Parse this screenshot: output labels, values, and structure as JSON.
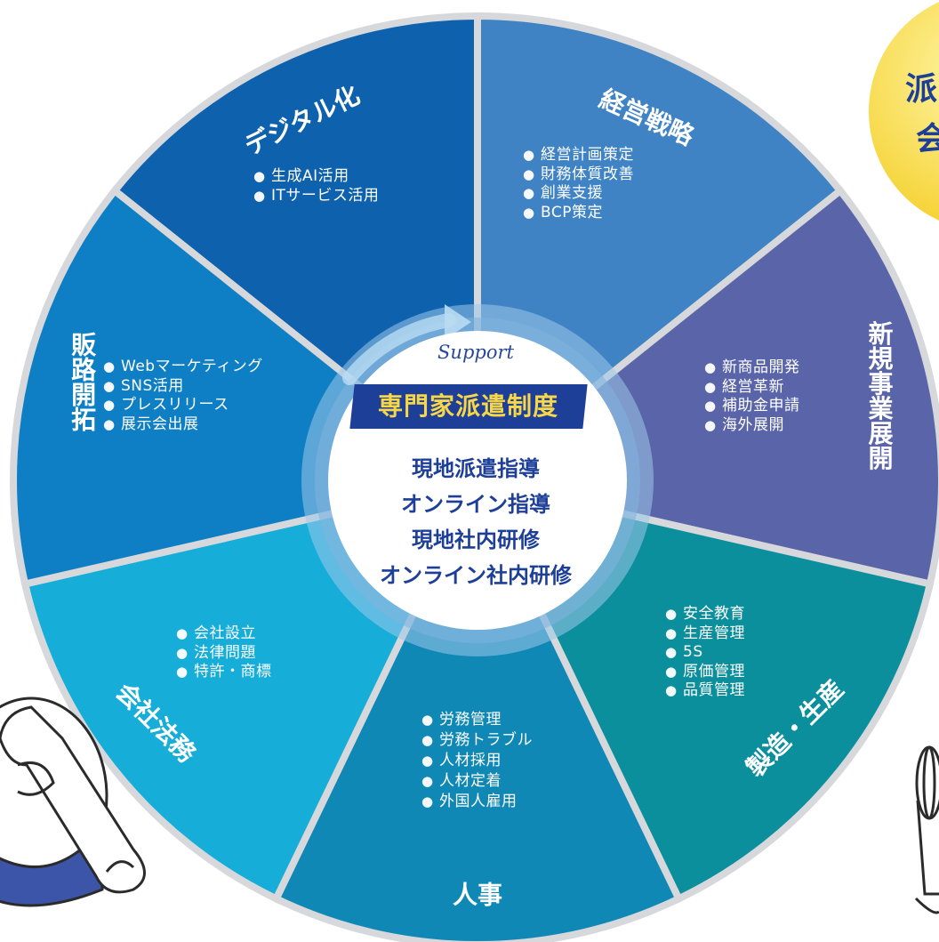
{
  "center": {
    "tag": "Support",
    "title": "専門家派遣制度",
    "methods": [
      "現地派遣指導",
      "オンライン指導",
      "現地社内研修",
      "オンライン社内研修"
    ]
  },
  "segments": [
    {
      "id": "digital",
      "title": "デジタル化",
      "color": "#0d61ad",
      "items": [
        "生成AI活用",
        "ITサービス活用"
      ]
    },
    {
      "id": "strategy",
      "title": "経営戦略",
      "color": "#3f83c4",
      "items": [
        "経営計画策定",
        "財務体質改善",
        "創業支援",
        "BCP策定"
      ]
    },
    {
      "id": "newbiz",
      "title": "新規事業展開",
      "color": "#5a64a8",
      "items": [
        "新商品開発",
        "経営革新",
        "補助金申請",
        "海外展開"
      ]
    },
    {
      "id": "manufacturing",
      "title": "製造・生産",
      "color": "#0b8f9c",
      "items": [
        "安全教育",
        "生産管理",
        "5S",
        "原価管理",
        "品質管理"
      ]
    },
    {
      "id": "hr",
      "title": "人事",
      "color": "#0f88b5",
      "items": [
        "労務管理",
        "労務トラブル",
        "人材採用",
        "人材定着",
        "外国人雇用"
      ]
    },
    {
      "id": "legal",
      "title": "会社法務",
      "color": "#16aed9",
      "items": [
        "会社設立",
        "法律問題",
        "特許・商標"
      ]
    },
    {
      "id": "sales",
      "title": "販路開拓",
      "color": "#0e7fc4",
      "items": [
        "Webマーケティング",
        "SNS活用",
        "プレスリリース",
        "展示会出展"
      ]
    }
  ],
  "colors": {
    "badge_bg": "#1d3f98",
    "badge_text": "#f7d64a",
    "yellow_badge": "#f8d73a",
    "navy": "#1d3f98"
  }
}
